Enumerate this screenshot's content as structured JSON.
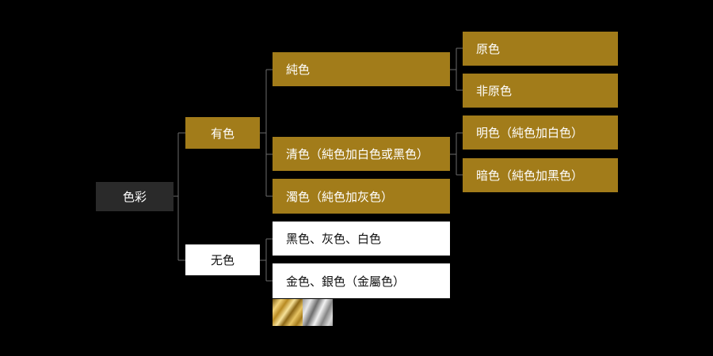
{
  "diagram": {
    "root": "色彩",
    "chromatic": {
      "label": "有色",
      "pure": {
        "label": "純色",
        "primary": "原色",
        "non_primary": "非原色"
      },
      "clear": {
        "label": "清色（純色加白色或黑色）",
        "light": "明色（純色加白色）",
        "dark": "暗色（純色加黑色）"
      },
      "muddy": "濁色（純色加灰色）"
    },
    "achromatic": {
      "label": "无色",
      "neutral": "黑色、灰色、白色",
      "metallic": "金色、銀色（金屬色）"
    }
  },
  "colors": {
    "background": "#000000",
    "gold": "#a27c1a",
    "white": "#ffffff",
    "root": "#2a2a2a",
    "connector": "#6b6b6b"
  }
}
